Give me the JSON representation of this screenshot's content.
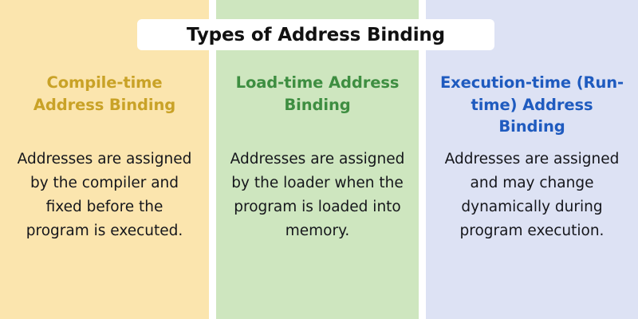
{
  "title": {
    "text": "Types of Address Binding"
  },
  "colors": {
    "column_1_background": "#fbe5ae",
    "column_2_background": "#cee6bf",
    "column_3_background": "#dde2f4",
    "column_1_heading": "#c9a227",
    "column_2_heading": "#3e8e41",
    "column_3_heading": "#1f5bbf",
    "title_background": "#ffffff",
    "title_text": "#111111",
    "body_text": "#15161b"
  },
  "columns": [
    {
      "id": "compile-time",
      "heading": "Compile-time Address Binding",
      "body": "Addresses are assigned by the compiler and fixed before the program is executed."
    },
    {
      "id": "load-time",
      "heading": "Load-time Address Binding",
      "body": "Addresses are assigned by the loader when the program is loaded into memory."
    },
    {
      "id": "execution-time",
      "heading": "Execution-time (Run-time) Address Binding",
      "body": "Addresses are assigned and may change dynamically during program execution."
    }
  ]
}
